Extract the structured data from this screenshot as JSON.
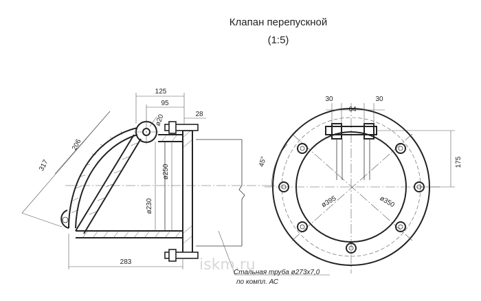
{
  "title": {
    "line1": "Клапан перепускной",
    "line2": "(1:5)"
  },
  "dimensions": {
    "d125": "125",
    "d95": "95",
    "d28": "28",
    "dphi20": "ø20",
    "d206": "206",
    "d317": "317",
    "dphi250": "ø250",
    "dphi230": "ø230",
    "d283": "283",
    "d30a": "30",
    "d64": "64",
    "d30b": "30",
    "d45": "45°",
    "d175": "175",
    "dphi395": "ø395",
    "dphi350": "ø350"
  },
  "note": {
    "line1": "Стальная труба ø273х7,0",
    "line2": "по компл. АС"
  },
  "watermark": "iskm.ru"
}
